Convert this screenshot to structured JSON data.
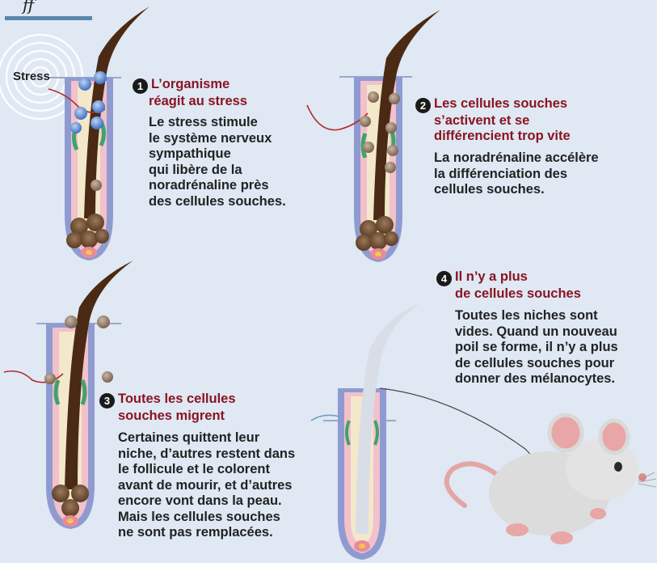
{
  "corner_glyph": "ff",
  "stress_label": "Stress",
  "steps": [
    {
      "number": "1",
      "title_lines": [
        "L’organisme",
        "réagit au stress"
      ],
      "body_lines": [
        "Le stress stimule",
        "le système nerveux",
        "sympathique",
        "qui libère de la",
        "noradrénaline près",
        "des cellules souches."
      ]
    },
    {
      "number": "2",
      "title_lines": [
        "Les cellules souches",
        "s’activent et se",
        "différencient trop vite"
      ],
      "body_lines": [
        "La noradrénaline accélère",
        "la différenciation des",
        "cellules souches."
      ]
    },
    {
      "number": "3",
      "title_lines": [
        "Toutes les cellules",
        "souches migrent"
      ],
      "body_lines": [
        "Certaines quittent leur",
        "niche, d’autres restent dans",
        "le follicule et le colorent",
        "avant de mourir, et d’autres",
        "encore vont dans la peau.",
        "Mais les cellules souches",
        "ne sont pas remplacées."
      ]
    },
    {
      "number": "4",
      "title_lines": [
        "Il n’y a plus",
        "de cellules souches"
      ],
      "body_lines": [
        "Toutes les niches sont",
        "vides. Quand un nouveau",
        "poil se forme, il n’y a plus",
        "de cellules souches pour",
        "donner des mélanocytes."
      ]
    }
  ],
  "colors": {
    "background": "#dfe8f3",
    "title": "#8a1422",
    "hair": "#4a2a14",
    "follicle_outer": "#7b86c0",
    "follicle_inner": "#f0b7c4",
    "stem_cell_active": "#5b8fd8",
    "stem_cell": "#a8907a",
    "nerve": "#b02a2a",
    "niche": "#3fa36b",
    "mouse_body": "#dcdcdc",
    "mouse_ear": "#e8a6a6"
  }
}
